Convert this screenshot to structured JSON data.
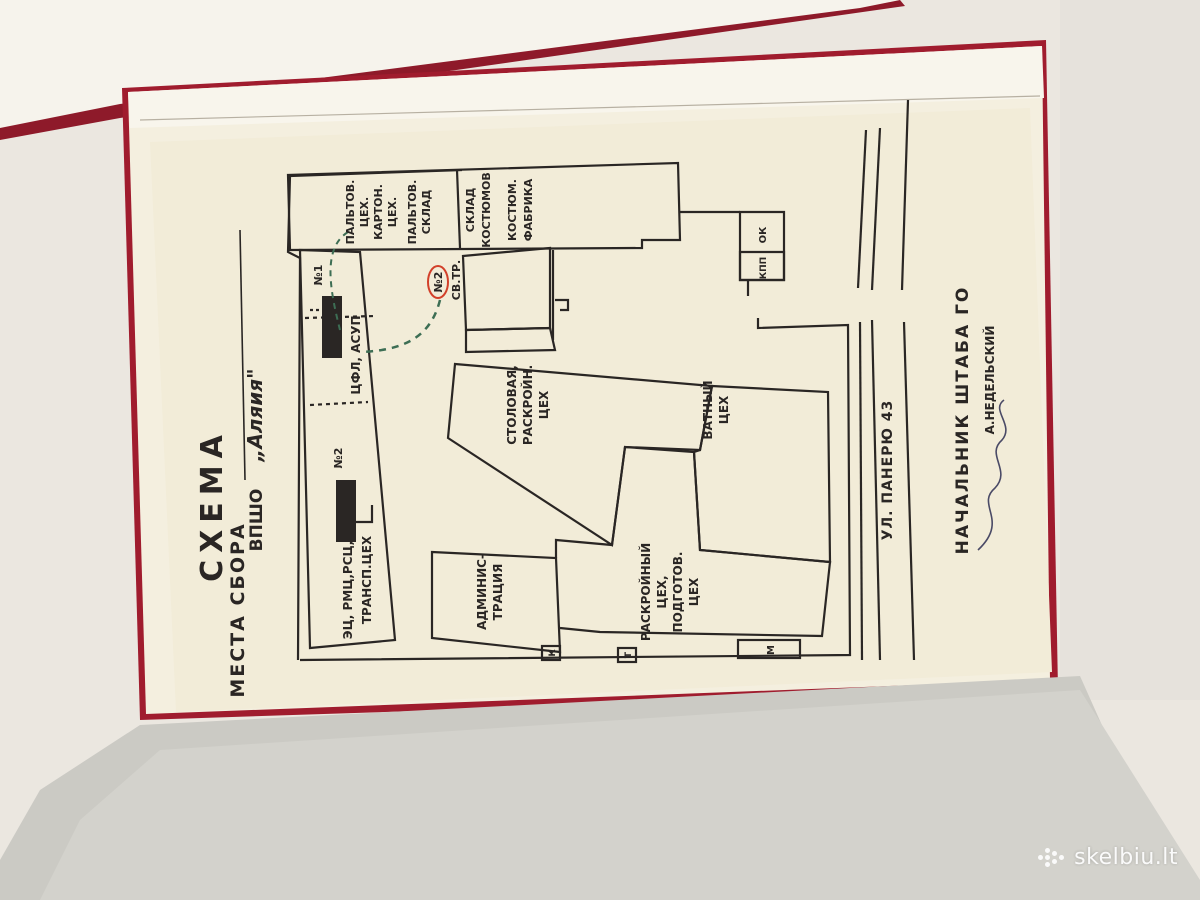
{
  "page": {
    "title": "СХЕМА",
    "subtitle_prefix": "МЕСТА СБОРА",
    "subtitle_org": "ВПШО",
    "subtitle_name": "„Аляия\""
  },
  "buildings": {
    "ec_rmc": "ЭЦ, РМЦ,РСЦ,",
    "transp": "ТРАНСП.ЦЕХ",
    "cfl_asup": "ЦФЛ, АСУП",
    "admin_1": "АДМИНИС-",
    "admin_2": "ТРАЦИЯ",
    "raskroi_1": "РАСКРОЙНЫЙ",
    "raskroi_2": "ЦЕХ,",
    "raskroi_3": "ПОДГОТОВ.",
    "raskroi_4": "ЦЕХ",
    "stol_1": "СТОЛОВАЯ,",
    "stol_2": "РАСКРОЙН.",
    "stol_3": "ЦЕХ",
    "vatny_1": "ВАТНЫЙ",
    "vatny_2": "ЦЕХ",
    "palto_1": "ПАЛЬТОВ.",
    "palto_2": "ЦЕХ.",
    "karton_1": "КАРТОН.",
    "karton_2": "ЦЕХ.",
    "palto_sklad_1": "ПАЛЬТОВ.",
    "palto_sklad_2": "СКЛАД",
    "sklad_1": "СКЛАД",
    "sklad_2": "КОСТЮМОВ",
    "kost_1": "КОСТЮМ.",
    "kost_2": "ФАБРИКА",
    "ok": "ОК",
    "kpp": "КПП",
    "k": "К",
    "t": "Т",
    "m": "М"
  },
  "markers": {
    "n1": "№1",
    "n2": "№2",
    "n2_red": "№2",
    "sv_tr": "СВ.ТР."
  },
  "street": "УЛ. ПАНЕРЮ 43",
  "signature": {
    "role": "НАЧАЛЬНИК ШТАБА ГО",
    "name": "А.НЕДЕЛЬСКИЙ"
  },
  "watermark": "skelbiu.lt",
  "colors": {
    "page_paper": "#f4efdf",
    "book_cover": "#a01c2e",
    "ink": "#2a2624",
    "red_circle": "#d2402a",
    "green_dash": "#3d6e54"
  }
}
